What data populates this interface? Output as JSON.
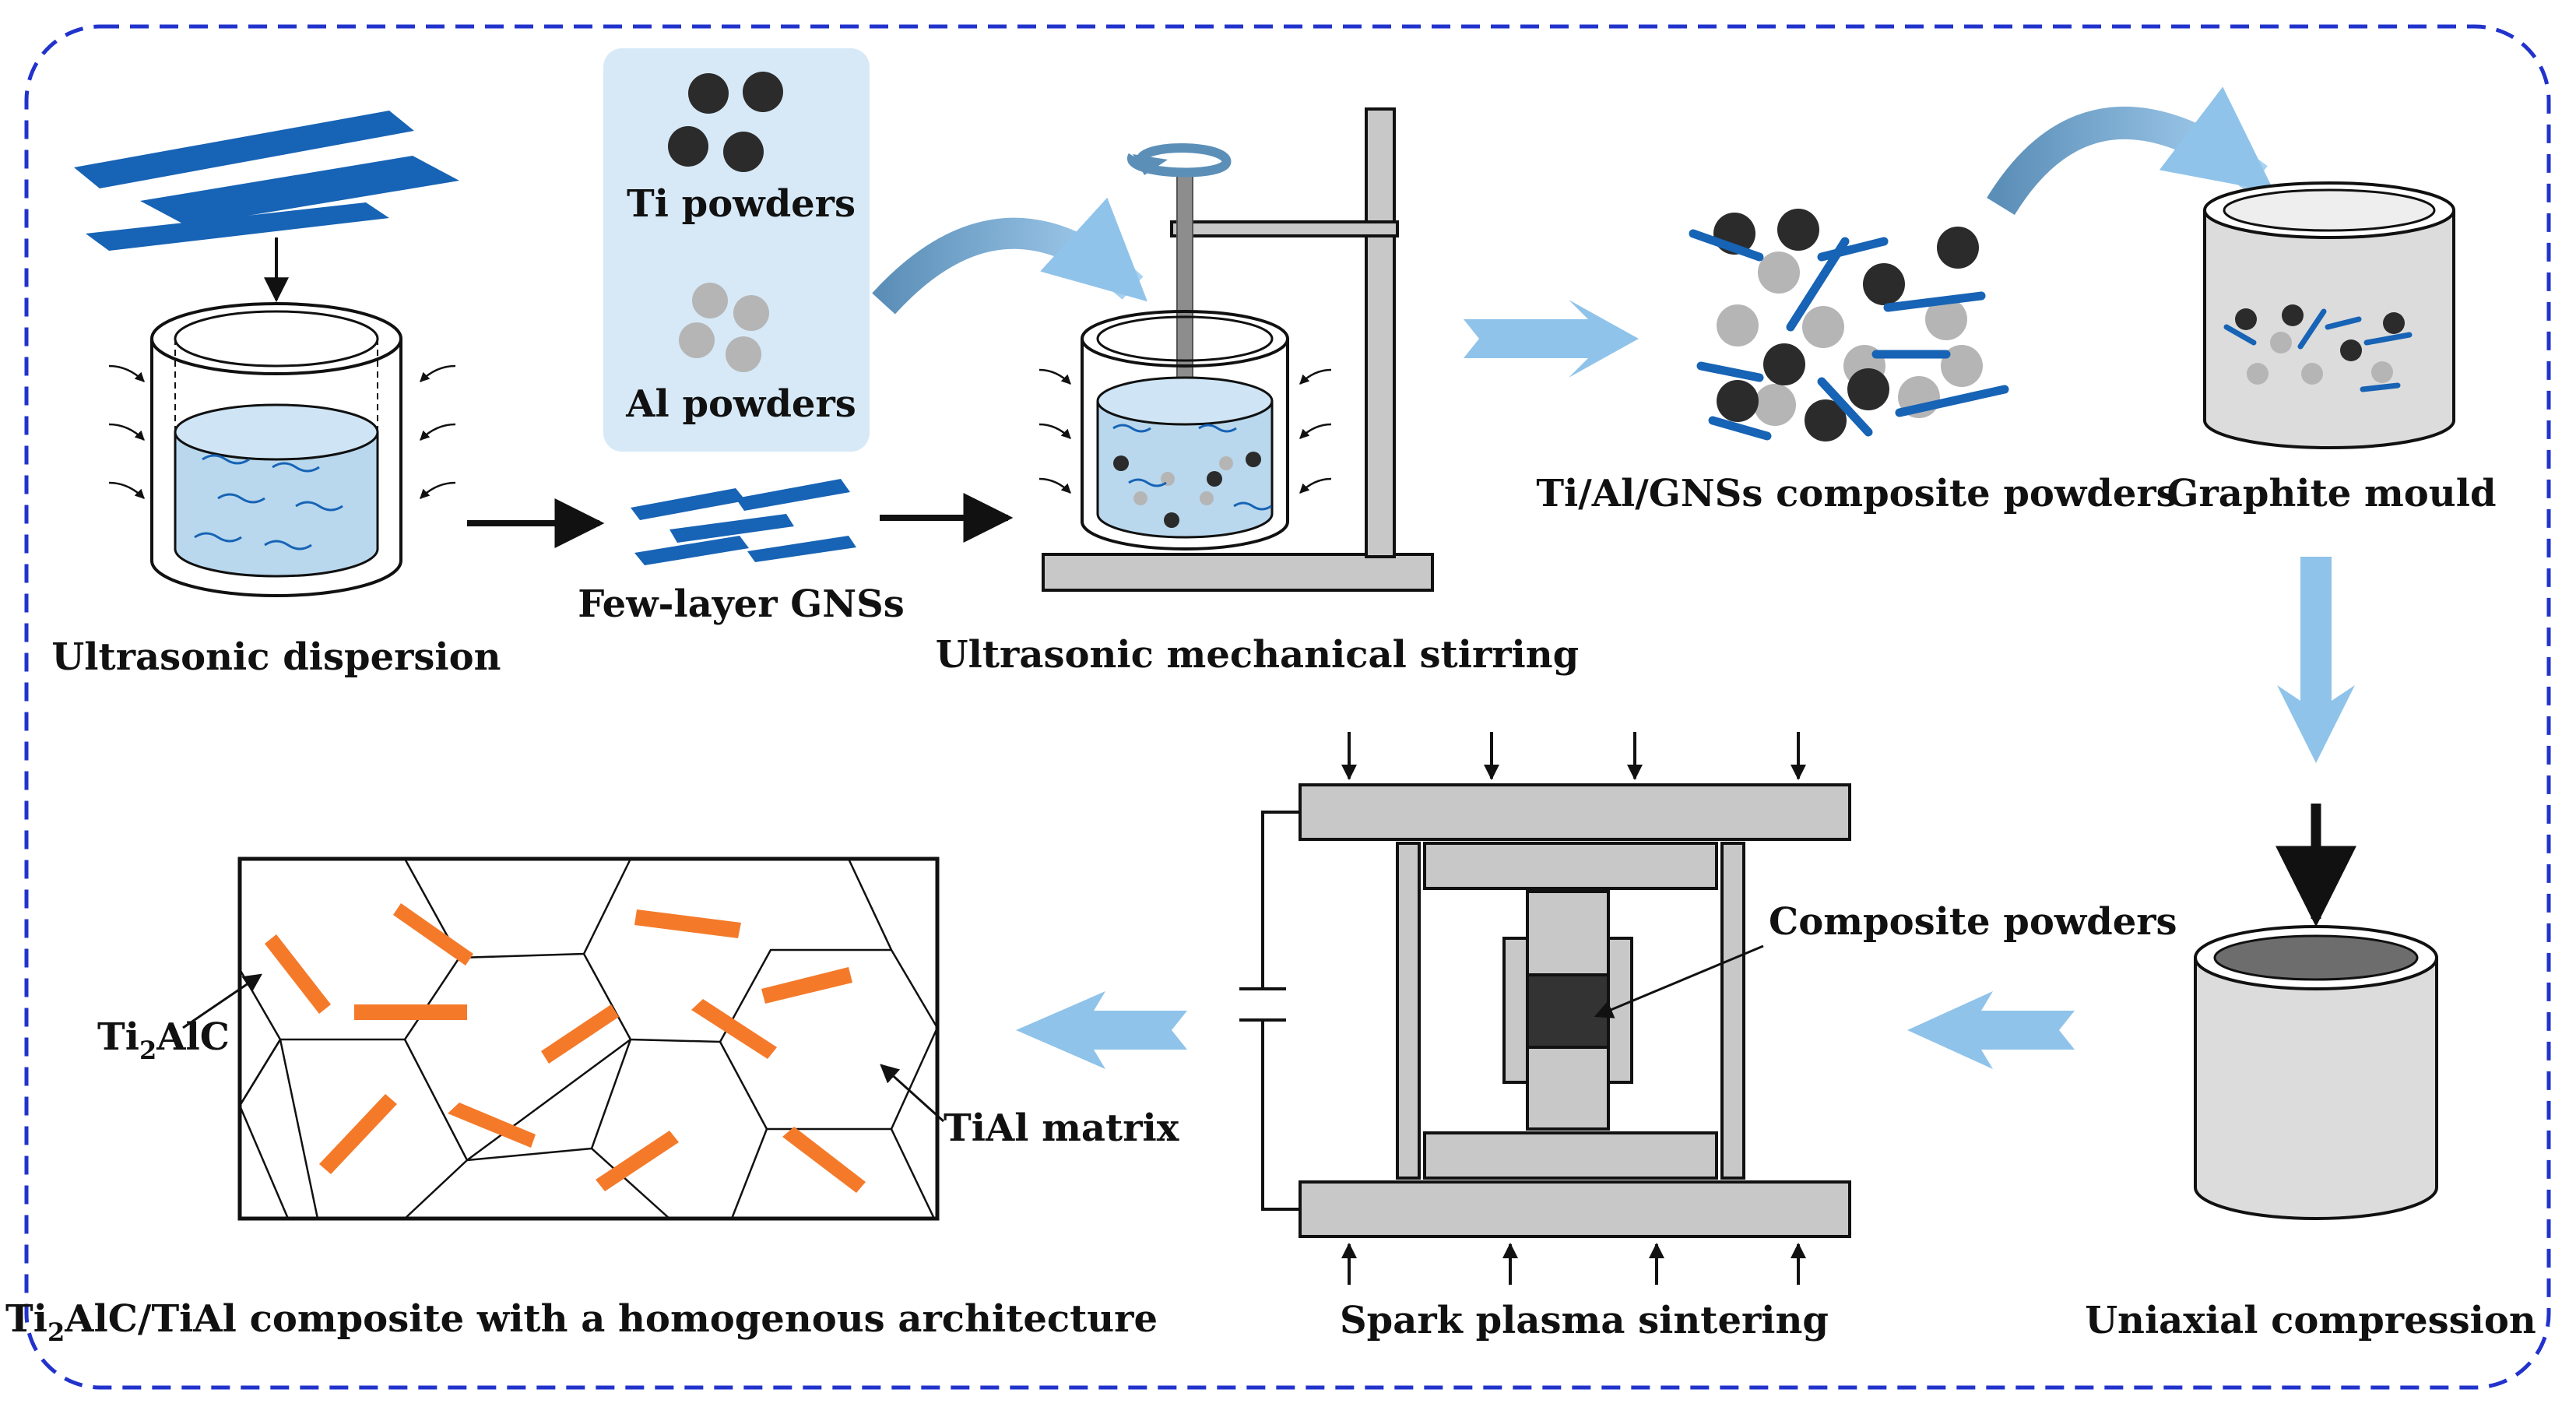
{
  "colors": {
    "frame_border": "#2233cc",
    "graphene_blue": "#1763b5",
    "water_blue": "#b9d8ee",
    "flow_arrow": "#8fc3ea",
    "ti_particle": "#2b2b2b",
    "al_particle": "#b5b5b5",
    "powder_box": "#d7e9f7",
    "apparatus_gray": "#c8c8c8",
    "ti2alc_orange": "#f47a2a"
  },
  "steps": {
    "ultrasonic_dispersion": "Ultrasonic dispersion",
    "few_layer_gnss": "Few-layer GNSs",
    "ti_powders": "Ti powders",
    "al_powders": "Al powders",
    "stirring": "Ultrasonic mechanical stirring",
    "composite_powders_mix": "Ti/Al/GNSs composite powders",
    "graphite_mould": "Graphite mould",
    "uniaxial_compression": "Uniaxial compression",
    "spark_plasma_sintering": "Spark plasma sintering",
    "composite_powders_label": "Composite powders",
    "ti2alc_label": {
      "base": "Ti",
      "sub": "2",
      "rest": "AlC"
    },
    "tial_matrix": "TiAl matrix",
    "final_product": {
      "base": "Ti",
      "sub": "2",
      "rest": "AlC/TiAl composite with a homogenous architecture"
    }
  }
}
